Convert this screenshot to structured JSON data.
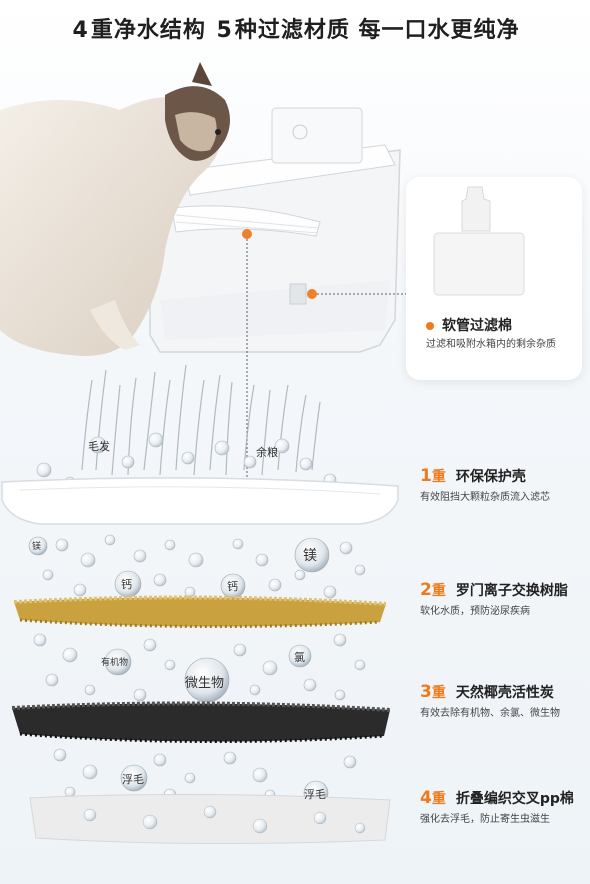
{
  "headline": {
    "num1": "4",
    "text1": "重净水结构",
    "num2": "5",
    "text2": "种过滤材质 每一口水更纯净"
  },
  "callout": {
    "title": "软管过滤棉",
    "desc": "过滤和吸附水箱内的剩余杂质"
  },
  "layers": [
    {
      "num": "1",
      "zhong": "重",
      "title": "环保保护壳",
      "desc": "有效阻挡大颗粒杂质流入滤芯"
    },
    {
      "num": "2",
      "zhong": "重",
      "title": "罗门离子交换树脂",
      "desc": "软化水质，预防泌尿疾病"
    },
    {
      "num": "3",
      "zhong": "重",
      "title": "天然椰壳活性炭",
      "desc": "有效去除有机物、余氯、微生物"
    },
    {
      "num": "4",
      "zhong": "重",
      "title": "折叠编织交叉pp棉",
      "desc": "强化去浮毛，防止寄生虫滋生"
    }
  ],
  "impurity_labels": {
    "hair": "毛发",
    "food": "余粮",
    "mg_small": "镁",
    "mg_big": "镁",
    "ca1": "钙",
    "ca2": "钙",
    "organic": "有机物",
    "chlorine": "氯",
    "microbe": "微生物",
    "float_hair1": "浮毛",
    "float_hair2": "浮毛"
  },
  "colors": {
    "accent": "#f07a1a",
    "carbon": "#2b2b2b",
    "resin": "#c9a13e"
  }
}
